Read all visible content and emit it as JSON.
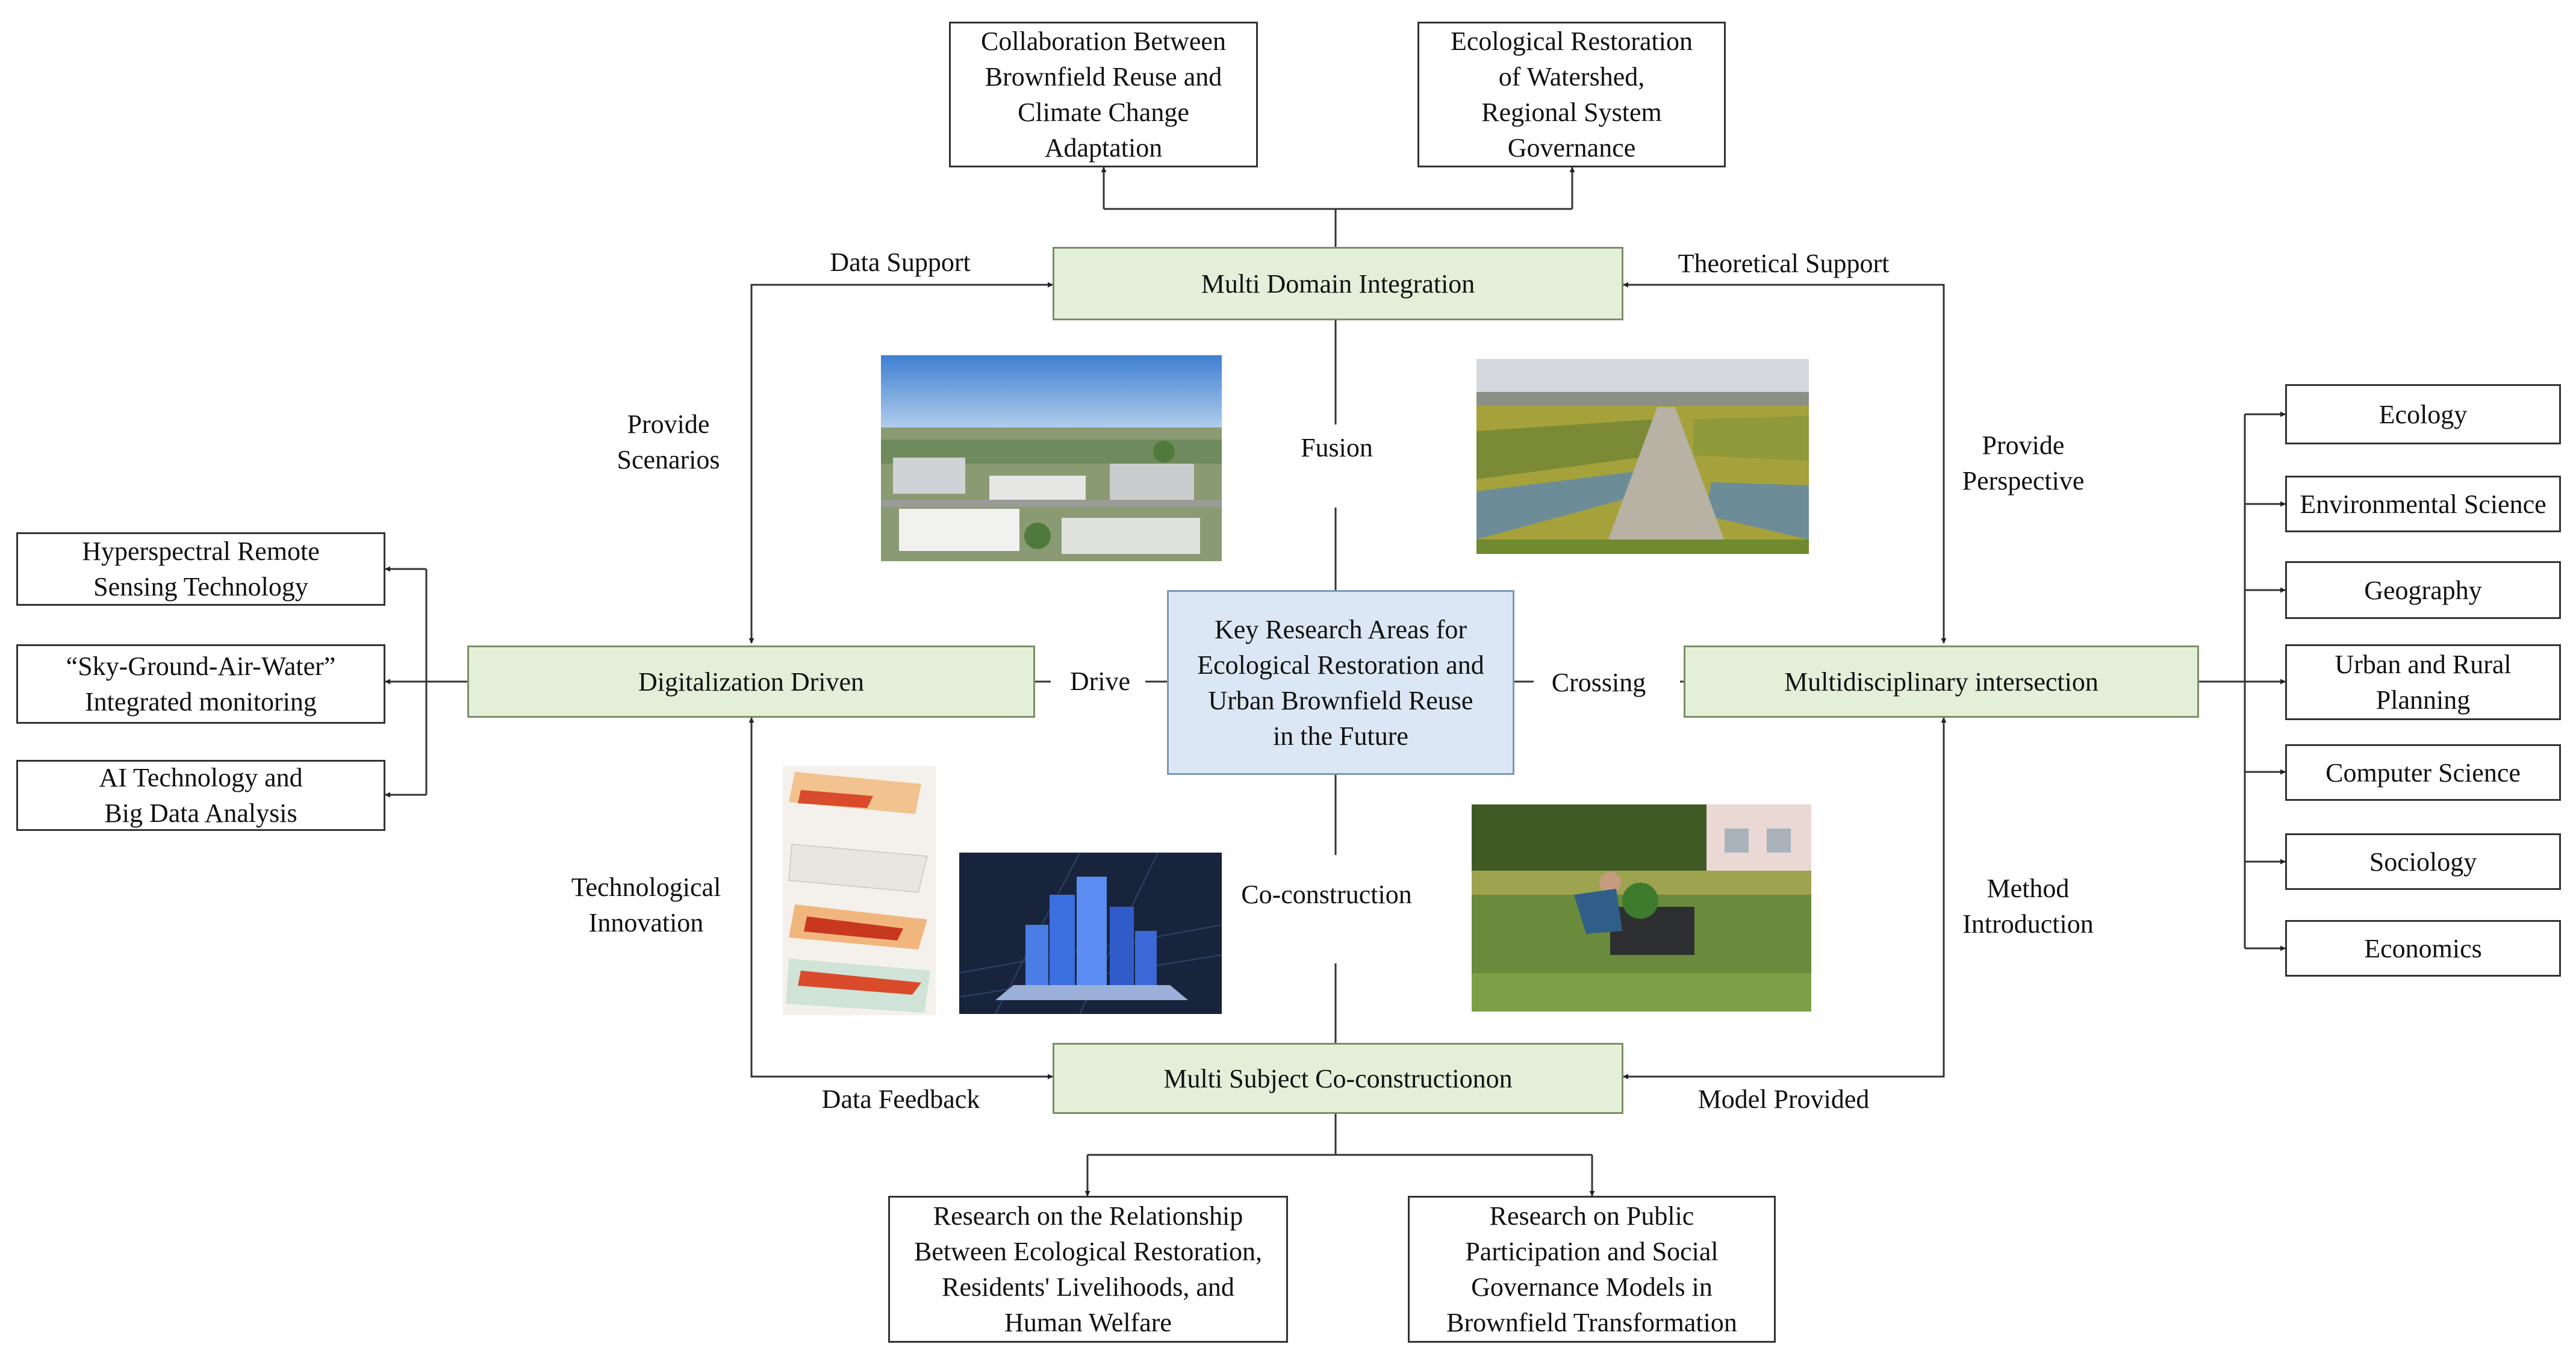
{
  "top_boxes": {
    "climate": "Collaboration Between\nBrownfield Reuse and\nClimate Change\nAdaptation",
    "watershed": "Ecological Restoration\nof Watershed,\nRegional System\nGovernance"
  },
  "hubs": {
    "multi_domain": "Multi Domain Integration",
    "digitalization": "Digitalization Driven",
    "multidisciplinary": "Multidisciplinary intersection",
    "co_construction": "Multi Subject Co-constructionon",
    "center": "Key Research Areas for\nEcological Restoration and\nUrban Brownfield Reuse\nin the Future"
  },
  "left_boxes": [
    "Hyperspectral Remote\nSensing Technology",
    "“Sky-Ground-Air-Water”\nIntegrated monitoring",
    "AI Technology and\nBig Data Analysis"
  ],
  "right_boxes": [
    "Ecology",
    "Environmental Science",
    "Geography",
    "Urban and Rural\nPlanning",
    "Computer Science",
    "Sociology",
    "Economics"
  ],
  "bottom_boxes": {
    "welfare": "Research on the Relationship\nBetween Ecological Restoration,\nResidents' Livelihoods, and\nHuman Welfare",
    "governance": "Research on Public\nParticipation and Social\nGovernance Models in\nBrownfield Transformation"
  },
  "edge_labels": {
    "data_support": "Data Support",
    "theoretical_support": "Theoretical Support",
    "provide_scenarios": "Provide\nScenarios",
    "provide_perspective": "Provide\nPerspective",
    "fusion": "Fusion",
    "drive": "Drive",
    "crossing": "Crossing",
    "co_construction": "Co-construction",
    "technological_innovation": "Technological\nInnovation",
    "method_introduction": "Method\nIntroduction",
    "data_feedback": "Data Feedback",
    "model_provided": "Model Provided"
  },
  "colors": {
    "hub_fill": "#e4efd9",
    "center_fill": "#dbe7f4",
    "line": "#333333"
  }
}
